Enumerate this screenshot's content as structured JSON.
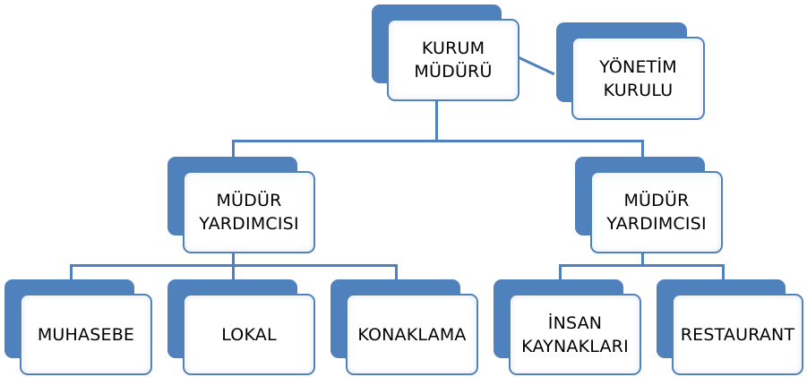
{
  "diagram": {
    "type": "org-chart",
    "colors": {
      "accent": "#4f81bd",
      "box_fill": "#ffffff",
      "text": "#000000"
    },
    "nodes": {
      "root": {
        "line1": "KURUM",
        "line2": "MÜDÜRÜ"
      },
      "board": {
        "line1": "YÖNETİM",
        "line2": "KURULU"
      },
      "deputy_left": {
        "line1": "MÜDÜR",
        "line2": "YARDIMCISI"
      },
      "deputy_right": {
        "line1": "MÜDÜR",
        "line2": "YARDIMCISI"
      },
      "accounting": {
        "line1": "MUHASEBE"
      },
      "lokal": {
        "line1": "LOKAL"
      },
      "accommodation": {
        "line1": "KONAKLAMA"
      },
      "hr": {
        "line1": "İNSAN",
        "line2": "KAYNAKLARI"
      },
      "restaurant": {
        "line1": "RESTAURANT"
      }
    }
  }
}
